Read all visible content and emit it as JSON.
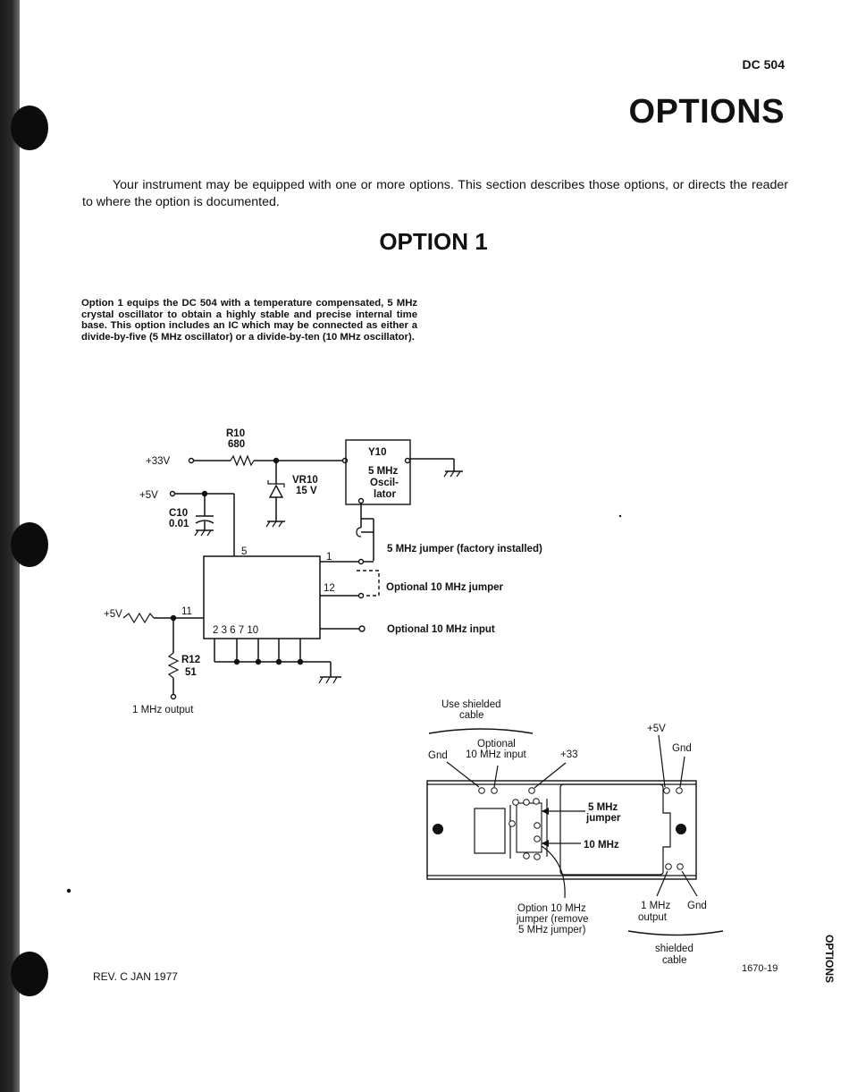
{
  "header": {
    "doc_code": "DC 504",
    "title": "OPTIONS"
  },
  "intro": "Your instrument may be equipped with one or more options. This section describes those options, or directs the reader to where the option is documented.",
  "section_title": "OPTION 1",
  "description": "Option 1 equips the DC 504 with a temperature compensated, 5 MHz crystal oscillator to obtain a highly stable and precise internal time base. This option includes an IC which may be connected as either a divide-by-five (5 MHz oscillator) or a divide-by-ten (10 MHz oscillator).",
  "schematic": {
    "r10_ref": "R10",
    "r10_val": "680",
    "v33": "+33V",
    "v5_top": "+5V",
    "v5_left": "+5V",
    "vr10_ref": "VR10",
    "vr10_val": "15 V",
    "c10_ref": "C10",
    "c10_val": "0.01",
    "y10_ref": "Y10",
    "y10_line1": "5 MHz",
    "y10_line2": "Oscil-",
    "y10_line3": "lator",
    "pin5": "5",
    "pin1": "1",
    "pin12": "12",
    "pin11": "11",
    "pins_bottom": "2  3  6  7 10",
    "r12_ref": "R12",
    "r12_val": "51",
    "jumper5": "5 MHz jumper (factory installed)",
    "jumper10": "Optional 10 MHz jumper",
    "input10": "Optional 10 MHz input",
    "output1": "1 MHz output"
  },
  "board": {
    "use_shielded_1": "Use shielded",
    "use_shielded_2": "cable",
    "optional_1": "Optional",
    "optional_2": "10 MHz input",
    "gnd_left": "Gnd",
    "plus33": "+33",
    "plus5": "+5V",
    "gnd_right": "Gnd",
    "j5_1": "5 MHz",
    "j5_2": "jumper",
    "j10": "10 MHz",
    "opt10_1": "Option 10 MHz",
    "opt10_2": "jumper (remove",
    "opt10_3": "5 MHz jumper)",
    "out_1": "1 MHz",
    "out_2": "output",
    "gnd_bottom": "Gnd",
    "shielded_1": "shielded",
    "shielded_2": "cable"
  },
  "footer": {
    "revision": "REV. C JAN 1977",
    "figure_number": "1670-19",
    "edge_tab": "OPTIONS"
  }
}
